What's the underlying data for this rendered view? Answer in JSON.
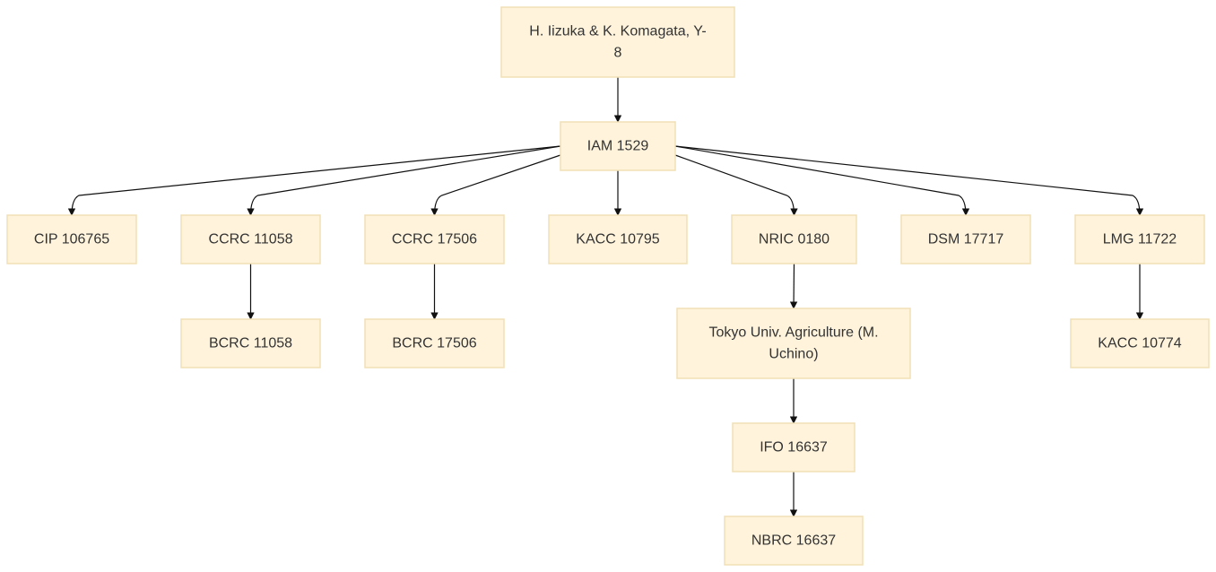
{
  "nodes": {
    "iizuka": [
      "H. Iizuka & K. Komagata, Y-",
      "8"
    ],
    "iam1529": [
      "IAM 1529"
    ],
    "cip106765": [
      "CIP 106765"
    ],
    "ccrc11058": [
      "CCRC 11058"
    ],
    "ccrc17506": [
      "CCRC 17506"
    ],
    "kacc10795": [
      "KACC 10795"
    ],
    "nric0180": [
      "NRIC 0180"
    ],
    "dsm17717": [
      "DSM 17717"
    ],
    "lmg11722": [
      "LMG 11722"
    ],
    "bcrc11058": [
      "BCRC 11058"
    ],
    "bcrc17506": [
      "BCRC 17506"
    ],
    "tokyo": [
      "Tokyo Univ. Agriculture (M.",
      "Uchino)"
    ],
    "kacc10774": [
      "KACC 10774"
    ],
    "ifo16637": [
      "IFO 16637"
    ],
    "nbrc16637": [
      "NBRC 16637"
    ]
  },
  "edges": [
    [
      "iizuka",
      "iam1529"
    ],
    [
      "iam1529",
      "cip106765"
    ],
    [
      "iam1529",
      "ccrc11058"
    ],
    [
      "iam1529",
      "ccrc17506"
    ],
    [
      "iam1529",
      "kacc10795"
    ],
    [
      "iam1529",
      "nric0180"
    ],
    [
      "iam1529",
      "dsm17717"
    ],
    [
      "iam1529",
      "lmg11722"
    ],
    [
      "ccrc11058",
      "bcrc11058"
    ],
    [
      "ccrc17506",
      "bcrc17506"
    ],
    [
      "nric0180",
      "tokyo"
    ],
    [
      "lmg11722",
      "kacc10774"
    ],
    [
      "tokyo",
      "ifo16637"
    ],
    [
      "ifo16637",
      "nbrc16637"
    ]
  ],
  "colors": {
    "node_fill": "#fff3dc",
    "node_border": "#f1e0b5",
    "edge": "#111111",
    "text": "#333333"
  }
}
